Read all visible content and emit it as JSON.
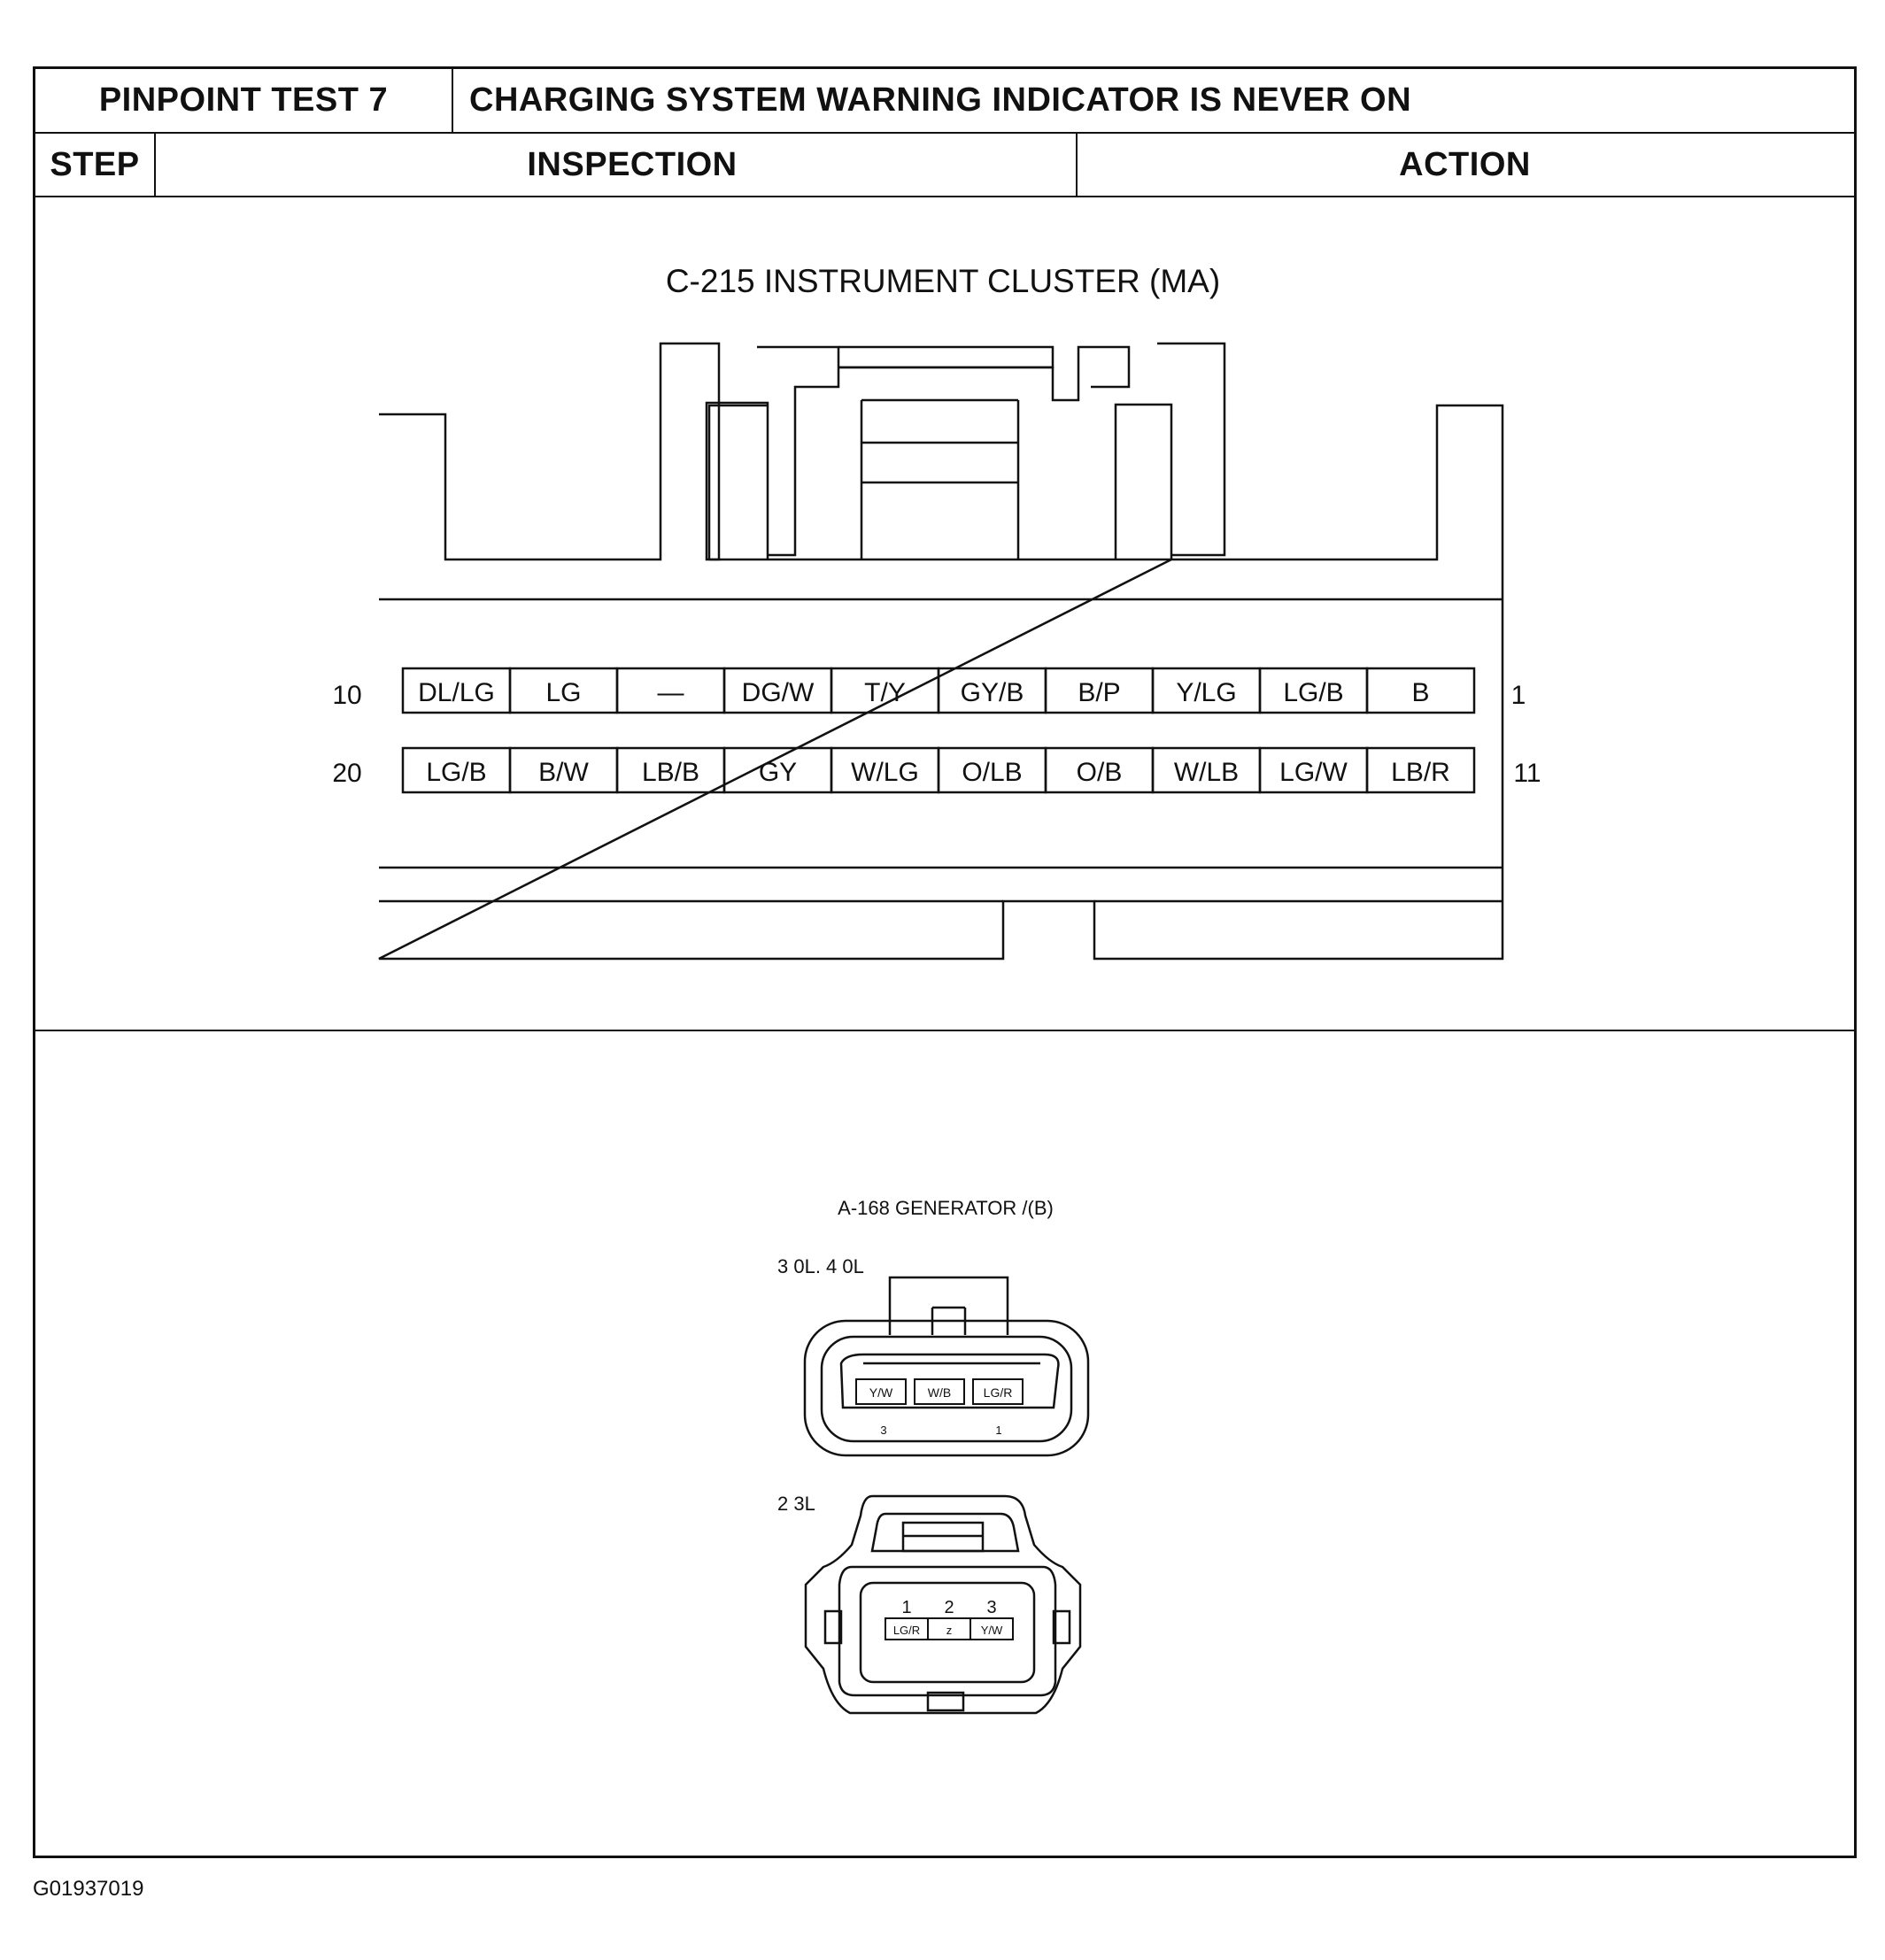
{
  "header": {
    "test_label": "PINPOINT TEST 7",
    "test_title": "CHARGING SYSTEM WARNING INDICATOR IS NEVER ON"
  },
  "columns": {
    "step": "STEP",
    "inspection": "INSPECTION",
    "action": "ACTION"
  },
  "cluster": {
    "title": "C-215 INSTRUMENT CLUSTER (MA)",
    "row1_left_pin": "10",
    "row1_right_pin": "1",
    "row2_left_pin": "20",
    "row2_right_pin": "11",
    "row1": [
      "DL/LG",
      "LG",
      "—",
      "DG/W",
      "T/Y",
      "GY/B",
      "B/P",
      "Y/LG",
      "LG/B",
      "B"
    ],
    "row2": [
      "LG/B",
      "B/W",
      "LB/B",
      "GY",
      "W/LG",
      "O/LB",
      "O/B",
      "W/LB",
      "LG/W",
      "LB/R"
    ]
  },
  "generator": {
    "title": "A-168 GENERATOR /(B)",
    "variant_a": {
      "engine_label": "3 0L. 4 0L",
      "terminals": [
        "Y/W",
        "W/B",
        "LG/R"
      ],
      "pin_left": "3",
      "pin_right": "1"
    },
    "variant_b": {
      "engine_label": "2 3L",
      "pins": [
        "1",
        "2",
        "3"
      ],
      "terminals": [
        "LG/R",
        "z",
        "Y/W"
      ]
    }
  },
  "figure_id": "G01937019"
}
